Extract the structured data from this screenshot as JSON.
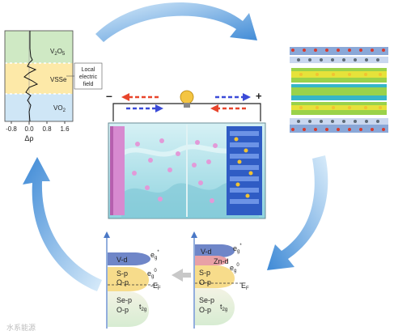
{
  "charge_plot": {
    "regions": [
      "V2O5",
      "VSSe",
      "VO2"
    ],
    "annotation": [
      "Local",
      "electric",
      "field"
    ],
    "x_ticks": [
      "-0.8",
      "0.0",
      "0.8",
      "1.6"
    ],
    "x_label": "Δρ"
  },
  "battery": {
    "minus": "–",
    "plus": "+"
  },
  "band_left": {
    "labels": [
      "V-d",
      "S-p",
      "O-p",
      "Se-p",
      "O-p"
    ],
    "eg_star": "e",
    "eg_star_sub": "g",
    "eg_star_sup": "*",
    "eg0": "e",
    "eg0_sub": "g",
    "eg0_sup": "0",
    "ef": "-E",
    "ef_sub": "F",
    "t2g": "t",
    "t2g_sub": "2g"
  },
  "band_right": {
    "labels": [
      "V-d",
      "Zn-d",
      "S-p",
      "O-p",
      "Se-p",
      "O-p"
    ],
    "eg_star": "e",
    "eg_star_sub": "g",
    "eg_star_sup": "*",
    "eg0": "e",
    "eg0_sub": "g",
    "eg0_sup": "0",
    "ef": "E",
    "ef_sub": "F",
    "t2g": "t",
    "t2g_sub": "2g"
  },
  "watermark": "水系能源",
  "colors": {
    "arrow_blue": "#4a90d9",
    "v2o5_band": "#cfe9c4",
    "vsse_band": "#fde9a8",
    "vo2_band": "#cfe6f6",
    "electrolyte": "#a8dfe6",
    "red_arrow": "#e8452c",
    "blue_arrow": "#3b4bd8"
  }
}
